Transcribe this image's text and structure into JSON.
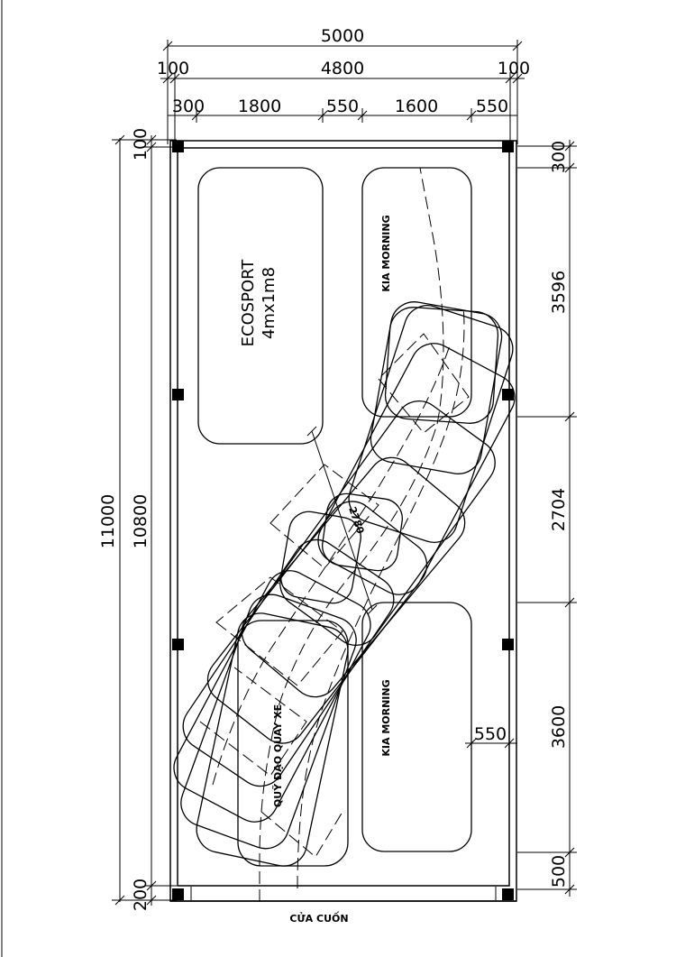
{
  "dimensions": {
    "top_total": "5000",
    "top_mid_left": "100",
    "top_mid_center": "4800",
    "top_mid_right": "100",
    "top_row": [
      "300",
      "1800",
      "550",
      "1600",
      "550"
    ],
    "left_total": "11000",
    "left_inner": "10800",
    "left_top": "100",
    "left_bottom": "200",
    "right_row": [
      "300",
      "3596",
      "2704",
      "3600",
      "500"
    ],
    "inner_gap": "550",
    "diag": "2780"
  },
  "labels": {
    "car_left_top_line1": "ECOSPORT",
    "car_left_top_line2": "4mx1m8",
    "car_right_top": "KIA MORNING",
    "car_right_bottom": "KIA MORNING",
    "path_label": "QUỸ ĐẠO QUAY XE",
    "door": "CỬA CUỐN"
  }
}
